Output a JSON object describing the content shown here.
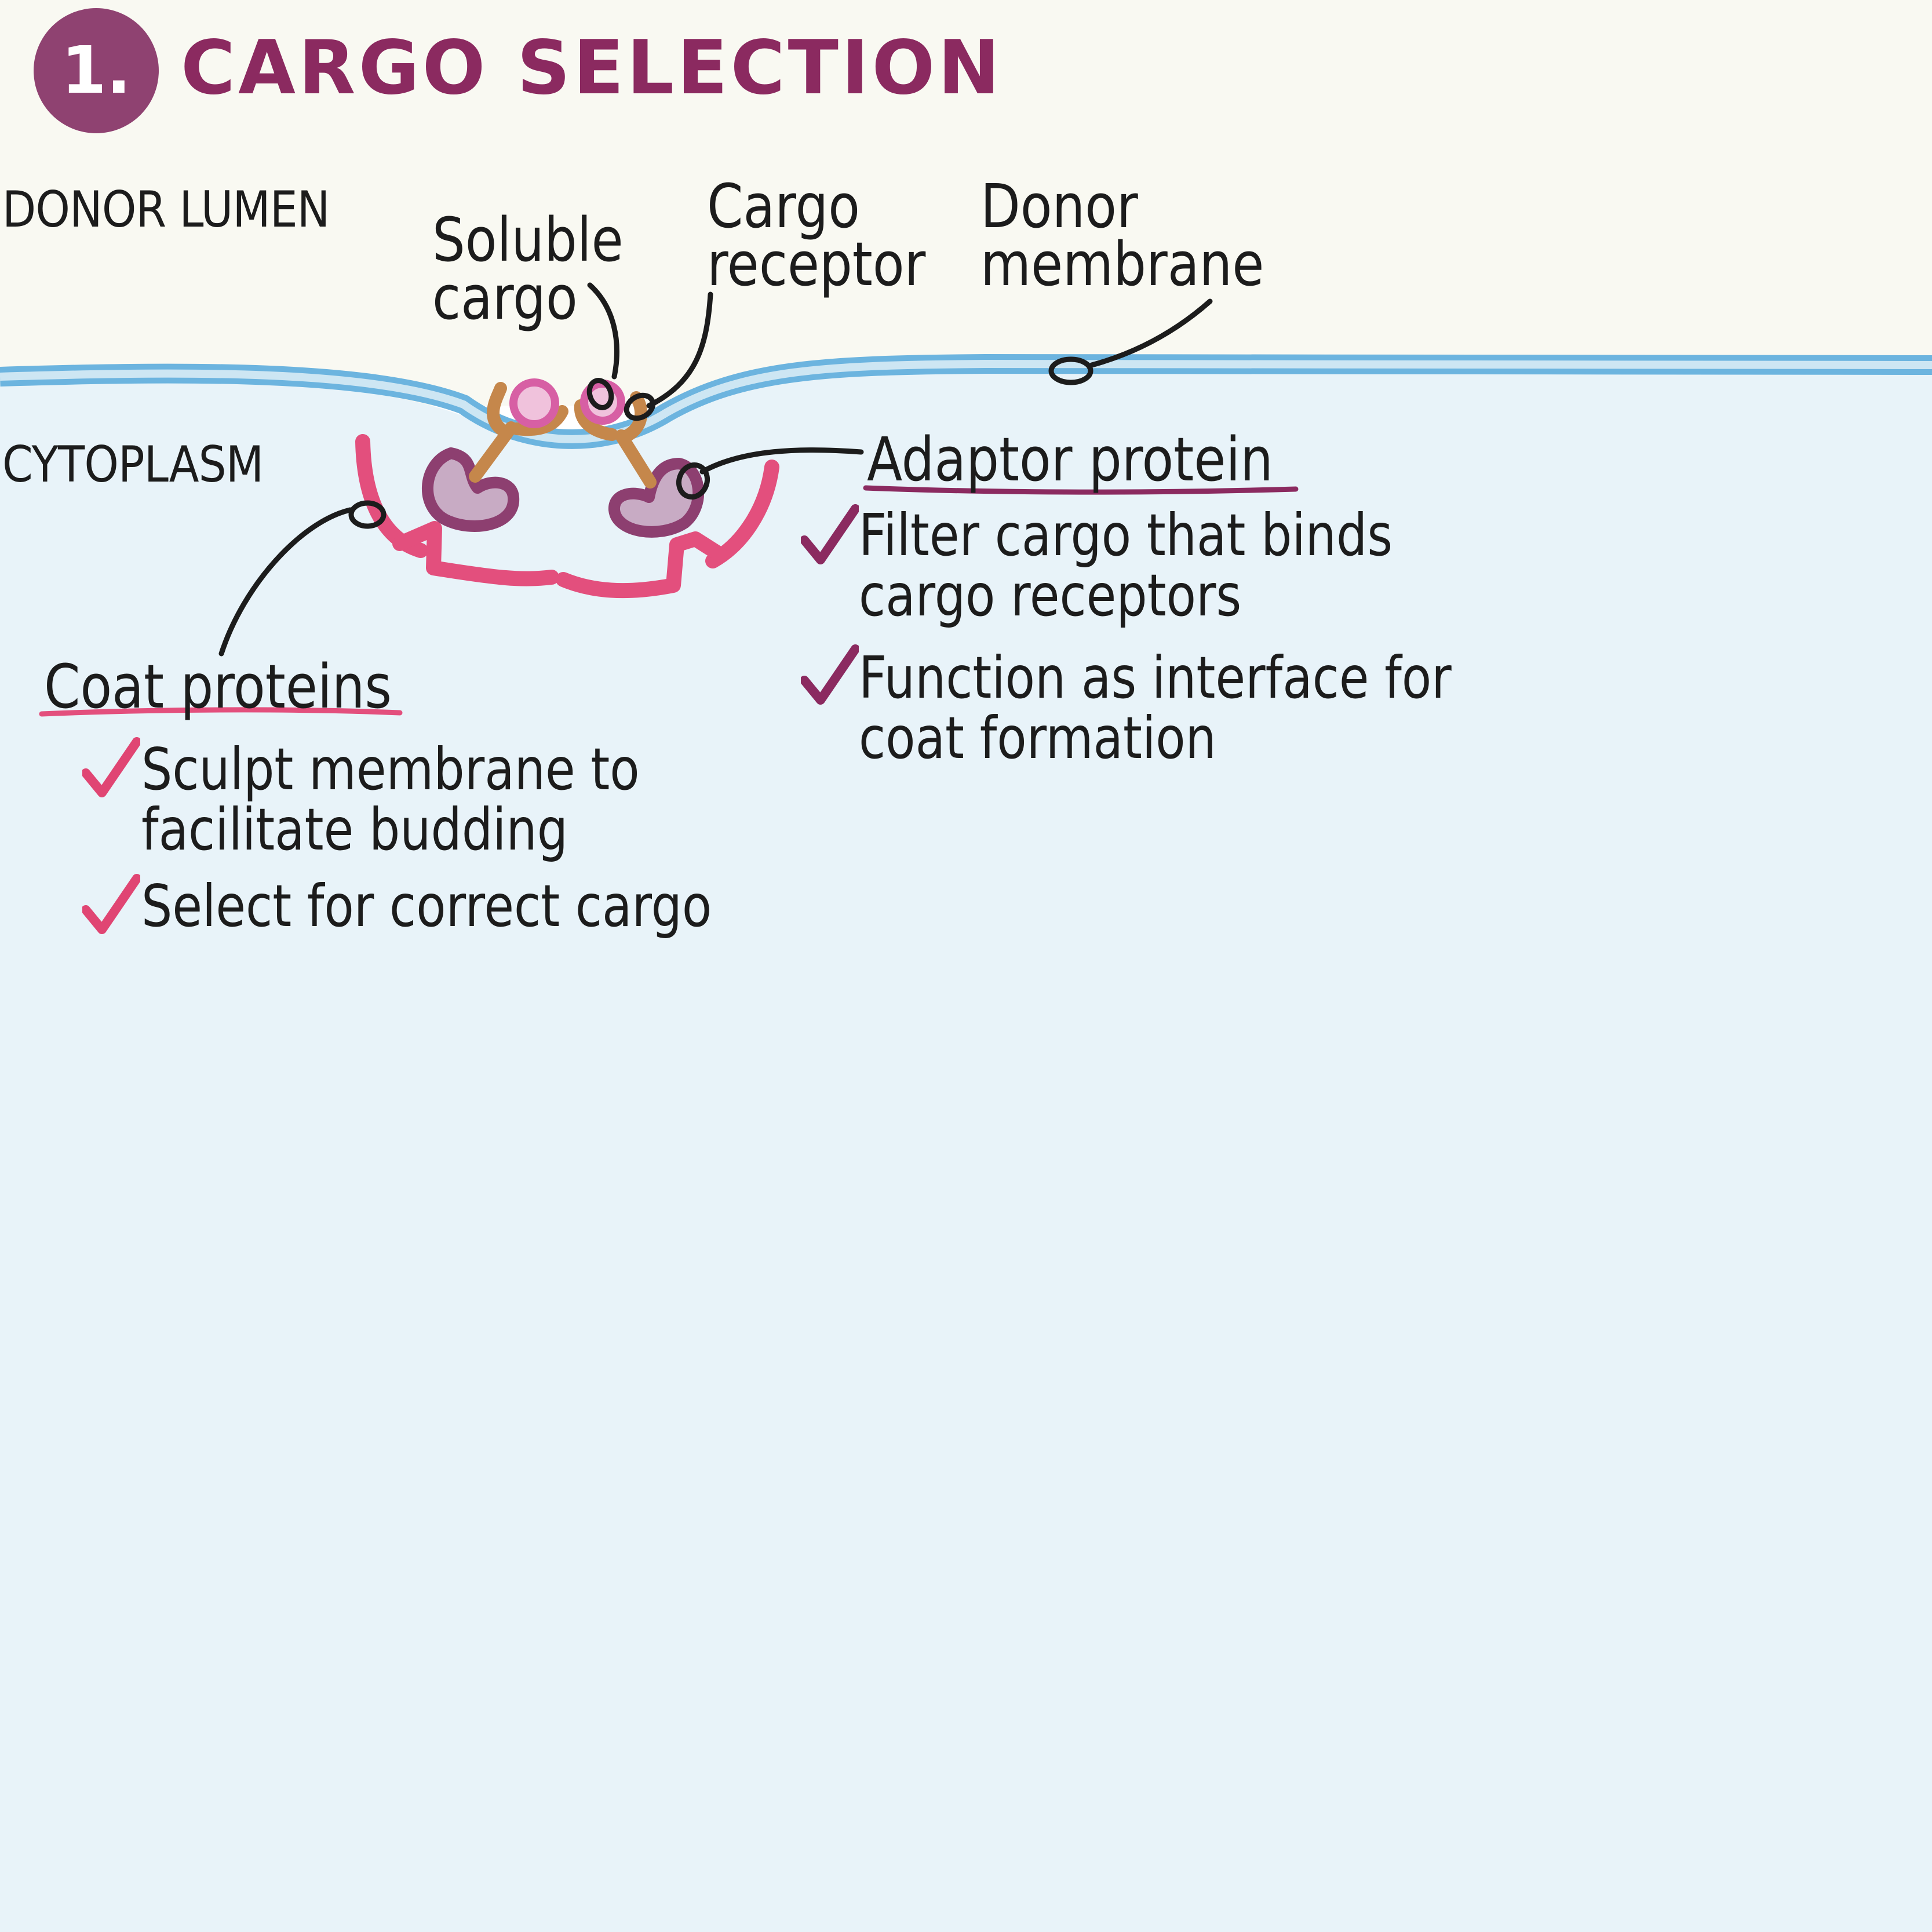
{
  "header": {
    "number": "1.",
    "title": "CARGO SELECTION"
  },
  "zones": {
    "lumen": "DONOR LUMEN",
    "cytoplasm": "CYTOPLASM"
  },
  "labels": {
    "soluble_cargo": [
      "Soluble",
      "cargo"
    ],
    "cargo_receptor": [
      "Cargo",
      "receptor"
    ],
    "donor_membrane": [
      "Donor",
      "membrane"
    ]
  },
  "coat_proteins": {
    "title": "Coat proteins",
    "points": [
      [
        "Sculpt membrane to",
        "facilitate budding"
      ],
      [
        "Select for correct cargo"
      ]
    ]
  },
  "adaptor_protein": {
    "title": "Adaptor protein",
    "points": [
      [
        "Filter cargo that binds",
        "cargo receptors"
      ],
      [
        "Function as interface for",
        "coat formation"
      ]
    ]
  },
  "colors": {
    "lumen_bg": "#f9f9f2",
    "cytoplasm_bg": "#e8f3f9",
    "accent_purple": "#8b2a60",
    "badge": "#8f4271",
    "membrane_blue": "#6cb4df",
    "membrane_light": "#cde6f3",
    "coat_pink": "#e34f7d",
    "adaptor_purple": "#8d3f70",
    "adaptor_light": "#c8abc4",
    "receptor_tan": "#c5874b",
    "cargo_pink": "#d75fa4",
    "check_pink": "#e04573"
  }
}
